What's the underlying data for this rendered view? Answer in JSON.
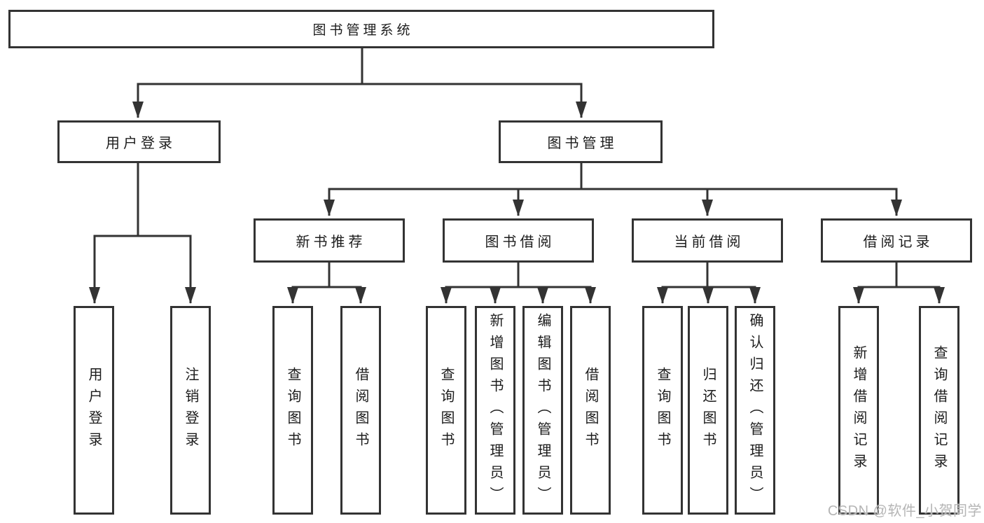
{
  "diagram": {
    "root": "图书管理系统",
    "level2": [
      {
        "label": "用户登录",
        "children": [
          "用户登录",
          "注销登录"
        ]
      },
      {
        "label": "图书管理",
        "groups": [
          {
            "label": "新书推荐",
            "children": [
              "查询图书",
              "借阅图书"
            ]
          },
          {
            "label": "图书借阅",
            "children": [
              "查询图书",
              "新增图书（管理员）",
              "编辑图书（管理员）",
              "借阅图书"
            ]
          },
          {
            "label": "当前借阅",
            "children": [
              "查询图书",
              "归还图书",
              "确认归还（管理员）"
            ]
          },
          {
            "label": "借阅记录",
            "children": [
              "新增借阅记录",
              "查询借阅记录"
            ]
          }
        ]
      }
    ]
  },
  "watermark": "CSDN @软件_小贺同学",
  "colors": {
    "line": "#333333",
    "box_border": "#333333",
    "box_background": "#ffffff",
    "text": "#1c1c1c",
    "watermark": "#b5b5b5",
    "page_background": "#ffffff"
  }
}
